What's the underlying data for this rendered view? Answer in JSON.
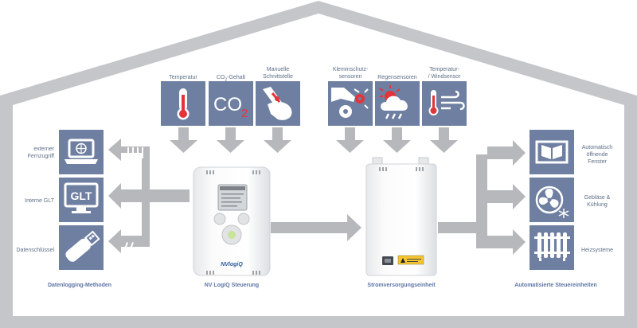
{
  "sensors": {
    "temperatur": "Temperatur",
    "co2_prefix": "CO",
    "co2_sub": "2",
    "co2_suffix": "-Gehalt",
    "co2_icon_text": "CO",
    "co2_icon_sub": "2",
    "manuell_line1": "Manuelle",
    "manuell_line2": "Schnittstelle",
    "klemm_line1": "Klemmschutz-",
    "klemm_line2": "sensoren",
    "regen": "Regensensoren",
    "wind_line1": "Temperatur-",
    "wind_line2": "/ Windsensor"
  },
  "logging": {
    "fernzugriff_line1": "externer",
    "fernzugriff_line2": "Fernzugriff",
    "glt": "Interne GLT",
    "glt_icon_text": "GLT",
    "datenschluessel": "Datenschlüssel",
    "section_title": "Datenlogging-Methoden"
  },
  "controller": {
    "section_title": "NV LogiQ Steuerung",
    "brand": "NVlogiQ"
  },
  "power": {
    "section_title": "Stromversorgungseinheit"
  },
  "actuators": {
    "fenster_line1": "Automatisch",
    "fenster_line2": "öffnende",
    "fenster_line3": "Fenster",
    "geblaese_line1": "Gebläse &",
    "geblaese_line2": "Kühlung",
    "heiz": "Heizsysteme",
    "section_title": "Automatisierte Steuereinheiten"
  },
  "colors": {
    "house": "#c4c6c9",
    "tile": "#6e7fa1",
    "arrow": "#b6b8bb",
    "label": "#5d6f87",
    "section": "#5d75a3",
    "co2_accent": "#e2353b"
  }
}
